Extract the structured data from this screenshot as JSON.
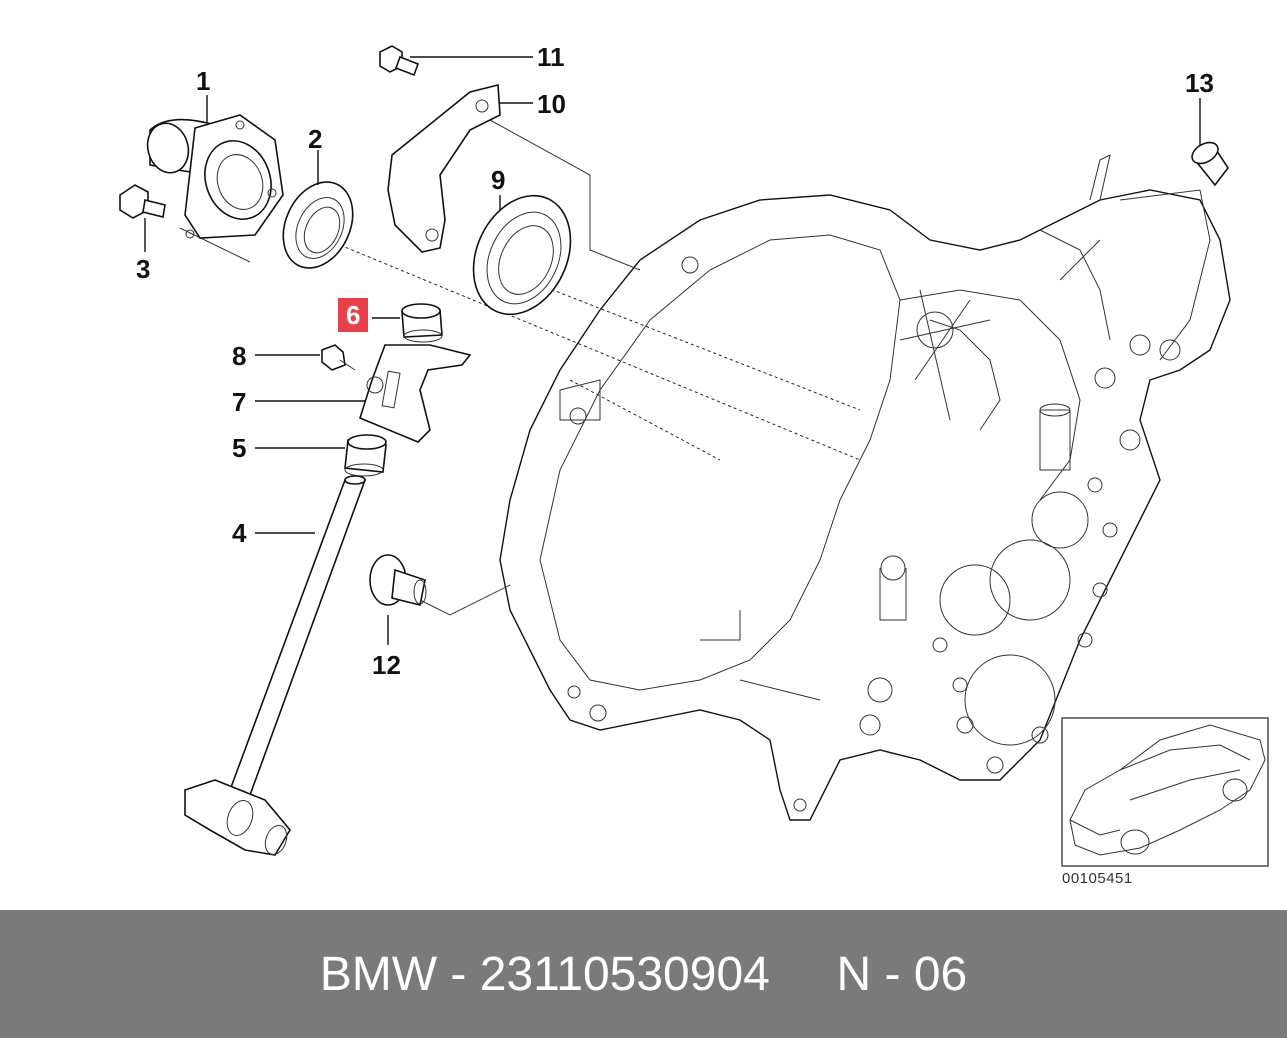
{
  "diagram": {
    "callouts": [
      {
        "id": "1",
        "label": "1",
        "highlighted": false
      },
      {
        "id": "2",
        "label": "2",
        "highlighted": false
      },
      {
        "id": "3",
        "label": "3",
        "highlighted": false
      },
      {
        "id": "4",
        "label": "4",
        "highlighted": false
      },
      {
        "id": "5",
        "label": "5",
        "highlighted": false
      },
      {
        "id": "6",
        "label": "6",
        "highlighted": true
      },
      {
        "id": "7",
        "label": "7",
        "highlighted": false
      },
      {
        "id": "8",
        "label": "8",
        "highlighted": false
      },
      {
        "id": "9",
        "label": "9",
        "highlighted": false
      },
      {
        "id": "10",
        "label": "10",
        "highlighted": false
      },
      {
        "id": "11",
        "label": "11",
        "highlighted": false
      },
      {
        "id": "12",
        "label": "12",
        "highlighted": false
      },
      {
        "id": "13",
        "label": "13",
        "highlighted": false
      }
    ],
    "reference_code": "00105451",
    "highlight_color": "#e8404a"
  },
  "footer": {
    "text": "BMW - 23110530904     N - 06",
    "background": "#7a7a7a",
    "text_color": "#ffffff"
  }
}
